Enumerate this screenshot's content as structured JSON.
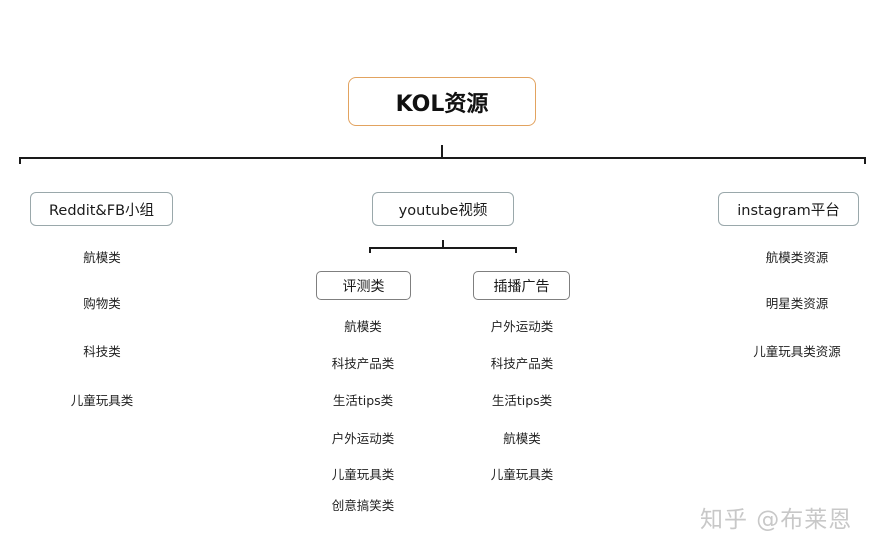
{
  "root": {
    "label": "KOL资源",
    "border_color": "#e2a360"
  },
  "branches": [
    {
      "label": "Reddit&FB小组",
      "items": [
        "航模类",
        "购物类",
        "科技类",
        "儿童玩具类"
      ]
    },
    {
      "label": "youtube视频",
      "sub_branches": [
        {
          "label": "评测类",
          "items": [
            "航模类",
            "科技产品类",
            "生活tips类",
            "户外运动类",
            "儿童玩具类",
            "创意搞笑类"
          ]
        },
        {
          "label": "插播广告",
          "items": [
            "户外运动类",
            "科技产品类",
            "生活tips类",
            "航模类",
            "儿童玩具类"
          ]
        }
      ]
    },
    {
      "label": "instagram平台",
      "items": [
        "航模类资源",
        "明星类资源",
        "儿童玩具类资源"
      ]
    }
  ],
  "watermark": "知乎 @布莱恩",
  "colors": {
    "line": "#1a1a1a",
    "level1_border": "#9aa8ab",
    "level2_border": "#7f7f7f"
  }
}
